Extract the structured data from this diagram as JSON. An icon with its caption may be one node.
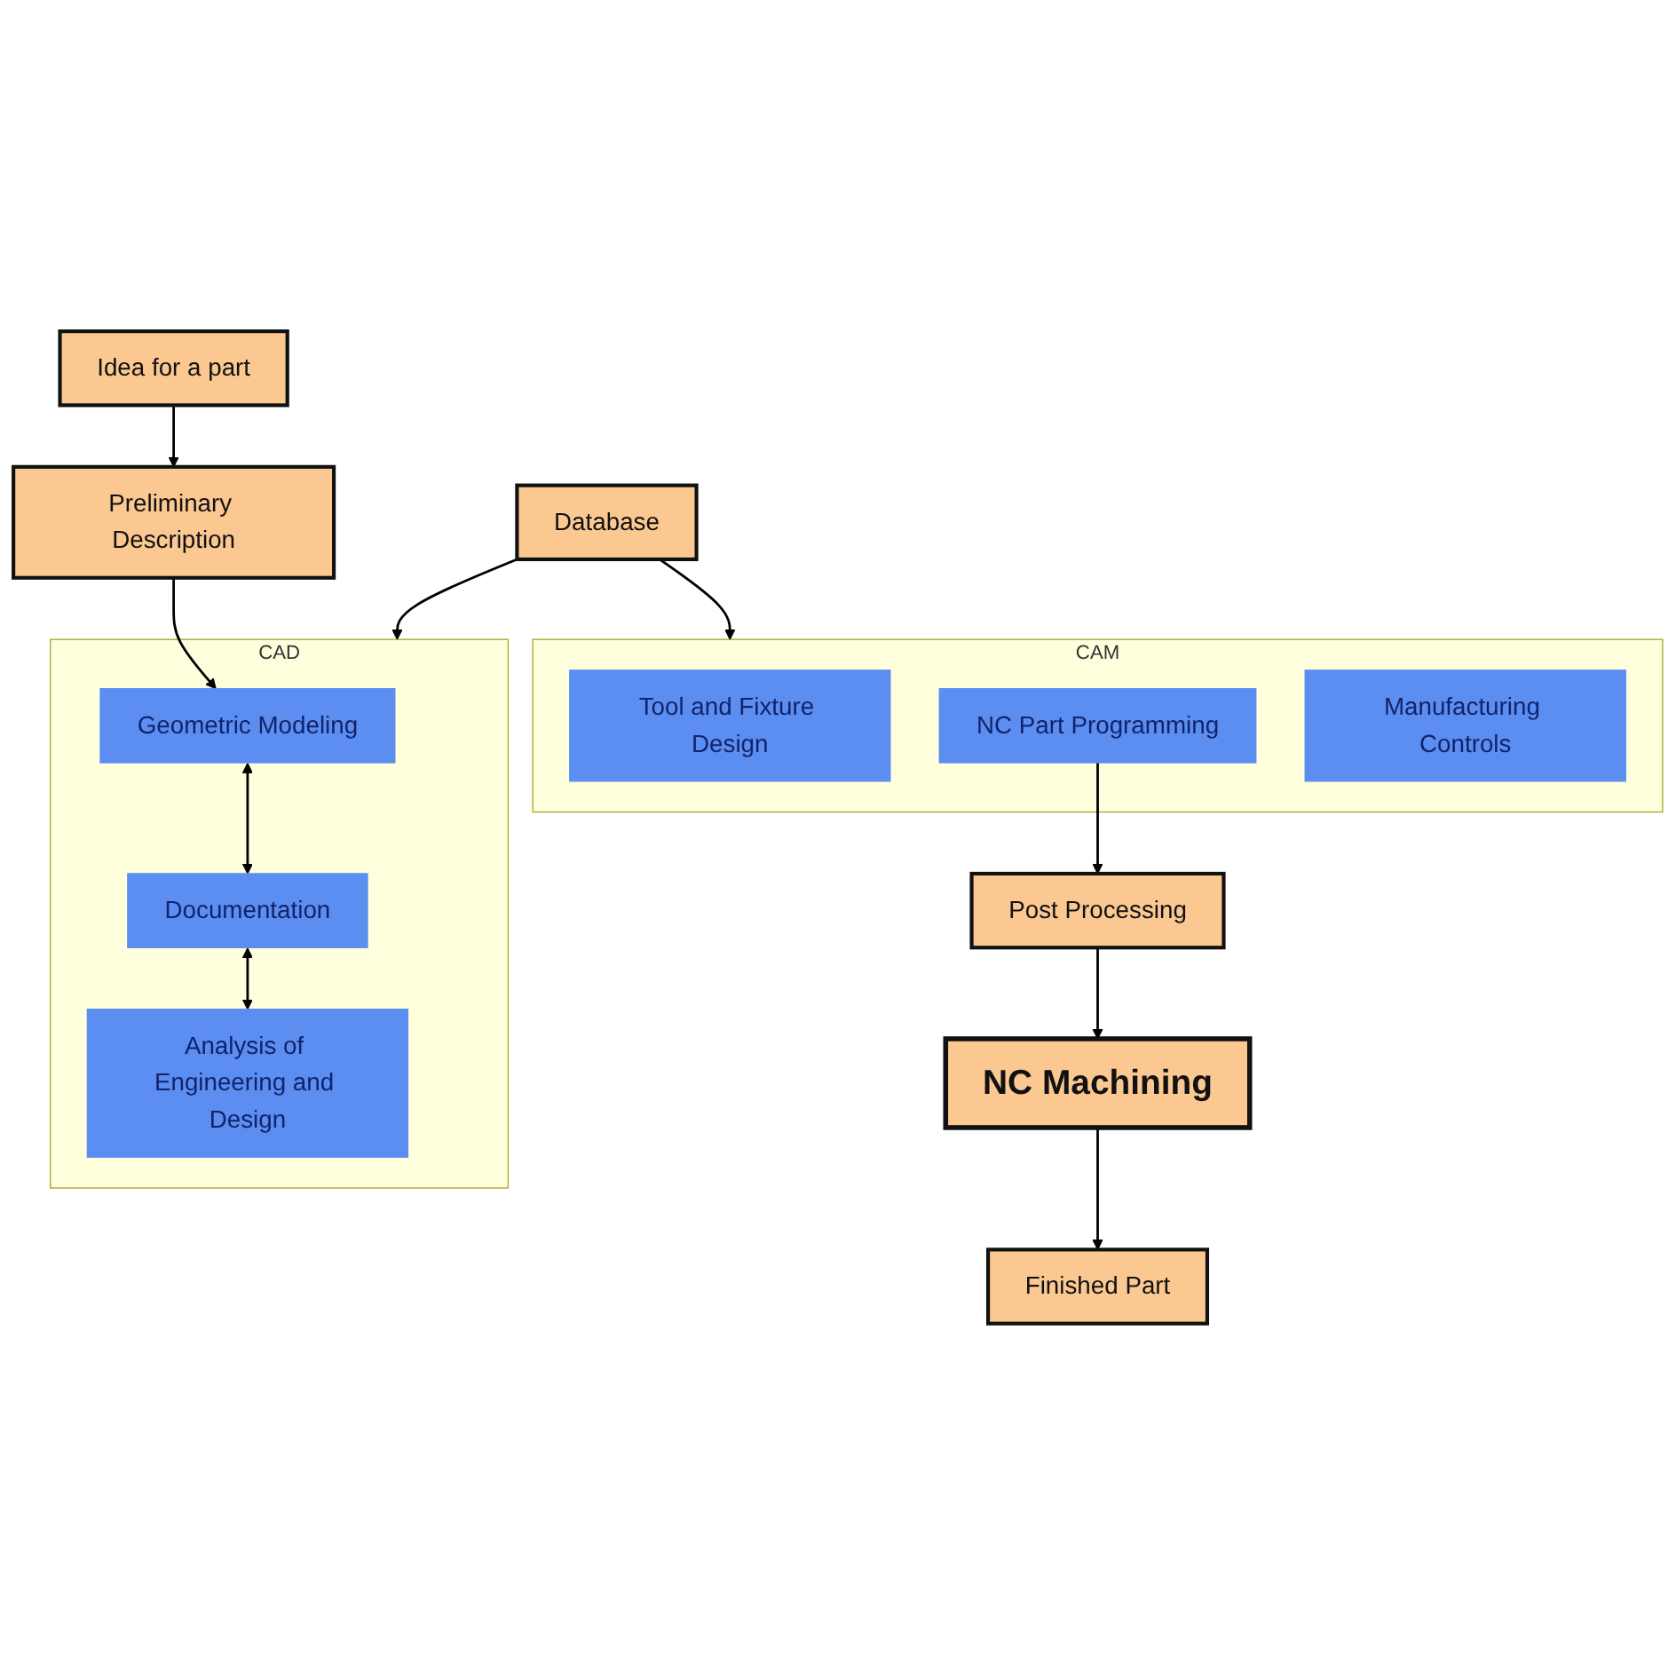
{
  "diagram": {
    "nodes": [
      {
        "text": [
          "Idea for a part"
        ]
      },
      {
        "text": [
          "Preliminary Description"
        ]
      },
      {
        "text": [
          "CAD"
        ]
      },
      {
        "text": [
          "Geometric Modeling"
        ],
        "in": 2
      },
      {
        "text": [
          "Documentation"
        ],
        "in": 2
      },
      {
        "text": [
          "Analysis of Engineering and Design"
        ],
        "in": 2
      },
      {
        "text": [
          "Database"
        ]
      },
      {
        "text": [
          "CAM"
        ]
      },
      {
        "text": [
          "Tool and Fixture Design"
        ],
        "in": 7
      },
      {
        "text": [
          "NC Part Programming"
        ],
        "in": 7
      },
      {
        "text": [
          "Manufacturing Controls"
        ],
        "in": 7
      },
      {
        "text": [
          "Post Processing"
        ]
      },
      {
        "text": [
          "NC Machining"
        ]
      },
      {
        "text": [
          "Finished Part"
        ]
      }
    ],
    "edges": [
      {
        "from": 0,
        "to": 1,
        "arrow": "to"
      },
      {
        "from": 1,
        "to": 3,
        "arrow": "to"
      },
      {
        "from": 3,
        "to": 4,
        "arrow": "both"
      },
      {
        "from": 4,
        "to": 5,
        "arrow": "both"
      },
      {
        "from": 6,
        "to": 2,
        "arrow": "to"
      },
      {
        "from": 6,
        "to": 7,
        "arrow": "to"
      },
      {
        "from": 9,
        "to": 11,
        "arrow": "to"
      },
      {
        "from": 11,
        "to": 12,
        "arrow": "to"
      },
      {
        "from": 12,
        "to": 13,
        "arrow": "to"
      }
    ]
  }
}
